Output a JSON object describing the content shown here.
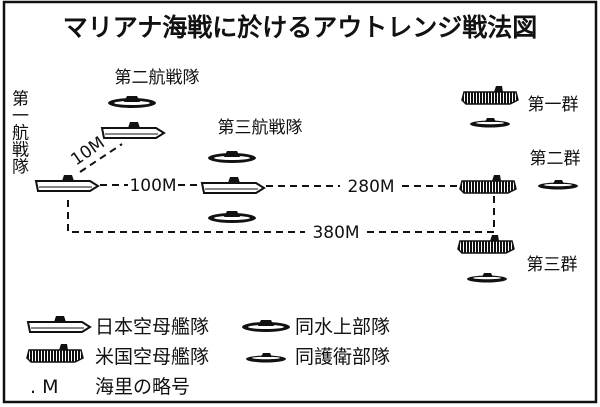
{
  "title": "マリアナ海戦に於けるアウトレンジ戦法図",
  "japan": {
    "first_division": "第一航戦隊",
    "second_division": "第二航戦隊",
    "third_division": "第三航戦隊"
  },
  "usa": {
    "group1": "第一群",
    "group2": "第二群",
    "group3": "第三群"
  },
  "distances": {
    "d10": "10M",
    "d100": "100M",
    "d280": "280M",
    "d380": "380M"
  },
  "legend": {
    "jp_carrier": "日本空母艦隊",
    "jp_surface": "同水上部隊",
    "us_carrier": "米国空母艦隊",
    "us_escort": "同護衛部隊",
    "m_symbol": ". M",
    "m_meaning": "海里の略号"
  }
}
